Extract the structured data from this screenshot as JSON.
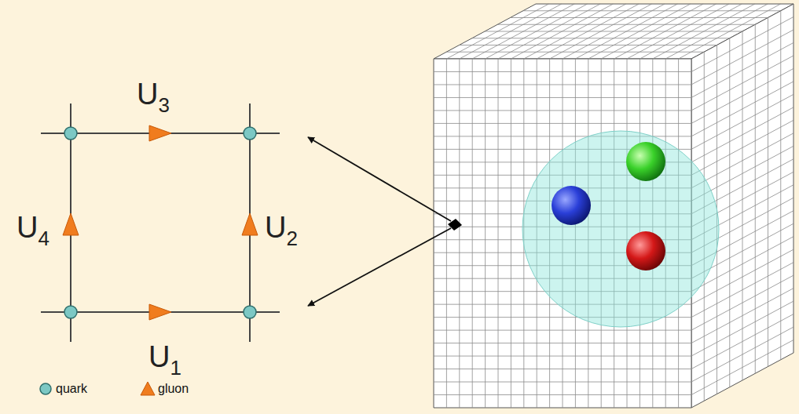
{
  "diagram": {
    "labels": [
      "U3",
      "U4",
      "U2",
      "U1"
    ],
    "legend": [
      {
        "text": "quark"
      },
      {
        "text": "gluon"
      }
    ]
  }
}
